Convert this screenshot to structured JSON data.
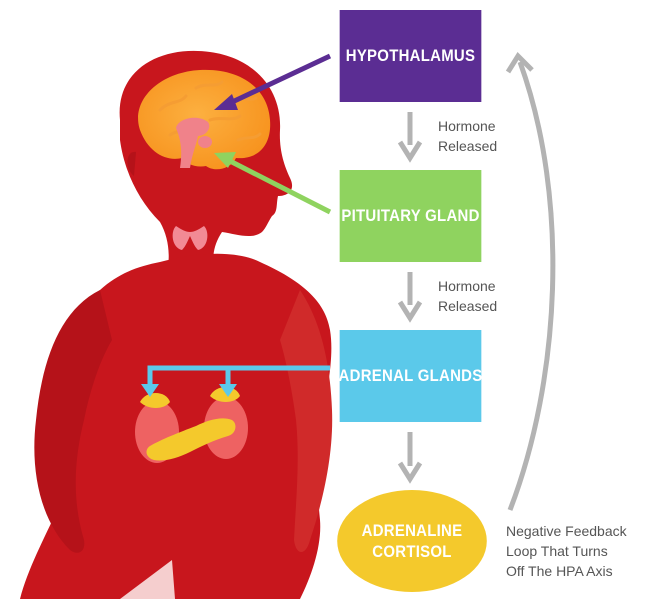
{
  "boxes": {
    "hypothalamus": "HYPOTHALAMUS",
    "pituitary": "PITUITARY GLAND",
    "adrenal": "ADRENAL GLANDS",
    "hormone_line1": "ADRENALINE",
    "hormone_line2": "CORTISOL"
  },
  "notes": {
    "released_1_line1": "Hormone",
    "released_1_line2": "Released",
    "released_2_line1": "Hormone",
    "released_2_line2": "Released",
    "feedback_line1": "Negative Feedback",
    "feedback_line2": "Loop That Turns",
    "feedback_line3": "Off The HPA Axis"
  },
  "colors": {
    "body": "#c8161d",
    "brain": "#f7931e",
    "hypothalamus": "#5b2d93",
    "pituitary": "#8fd35f",
    "adrenal": "#5bc9ea",
    "cortisol": "#f4c92c",
    "arrow_gray": "#b3b3b3"
  }
}
